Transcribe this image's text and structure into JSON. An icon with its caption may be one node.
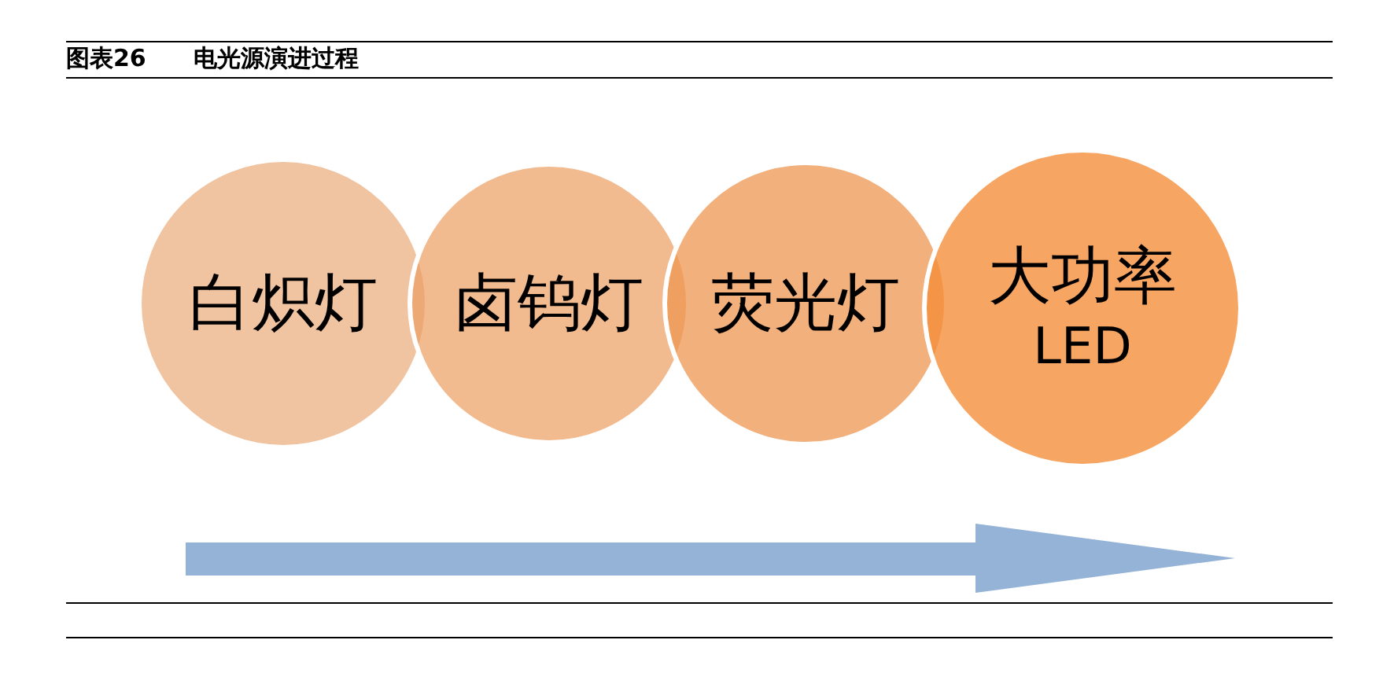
{
  "diagram": {
    "title": "电光源演进过程",
    "nodes": [
      {
        "text": [
          "白炽灯"
        ]
      },
      {
        "text": [
          "卤钨灯"
        ]
      },
      {
        "text": [
          "荧光灯"
        ]
      },
      {
        "text": [
          "大功率",
          "LED"
        ]
      }
    ],
    "labels": [
      "图表26"
    ]
  }
}
